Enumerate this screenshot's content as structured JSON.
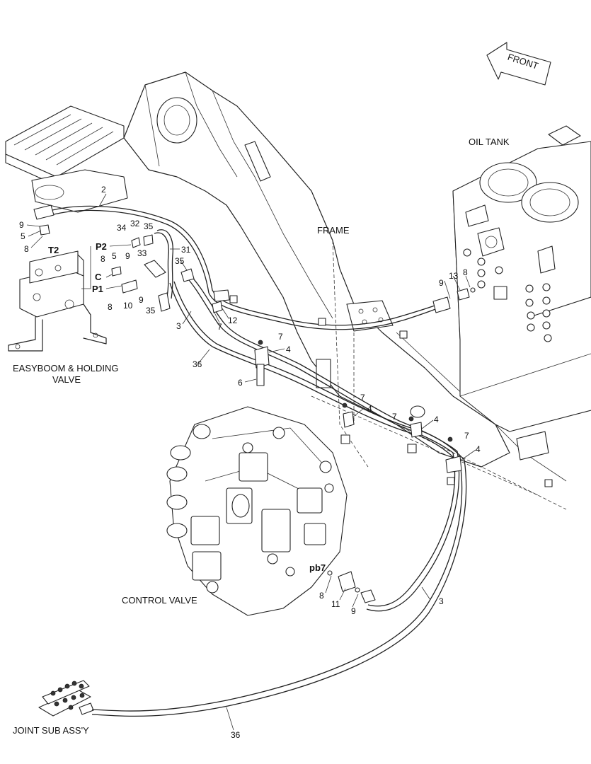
{
  "captions": {
    "front": "FRONT",
    "oil_tank": "OIL TANK",
    "frame": "FRAME",
    "easyboom_line1": "EASYBOOM & HOLDING",
    "easyboom_line2": "VALVE",
    "control_valve": "CONTROL VALVE",
    "joint": "JOINT SUB ASS'Y"
  },
  "ports": {
    "t2": "T2",
    "p2": "P2",
    "c": "C",
    "p1": "P1",
    "pb7": "pb7"
  },
  "callouts": [
    "2",
    "9",
    "5",
    "8",
    "34",
    "32",
    "35",
    "31",
    "33",
    "5",
    "9",
    "8",
    "35",
    "8",
    "10",
    "9",
    "35",
    "3",
    "7",
    "12",
    "36",
    "7",
    "4",
    "6",
    "9",
    "13",
    "8",
    "7",
    "4",
    "7",
    "4",
    "7",
    "4",
    "8",
    "11",
    "9",
    "3",
    "36"
  ]
}
